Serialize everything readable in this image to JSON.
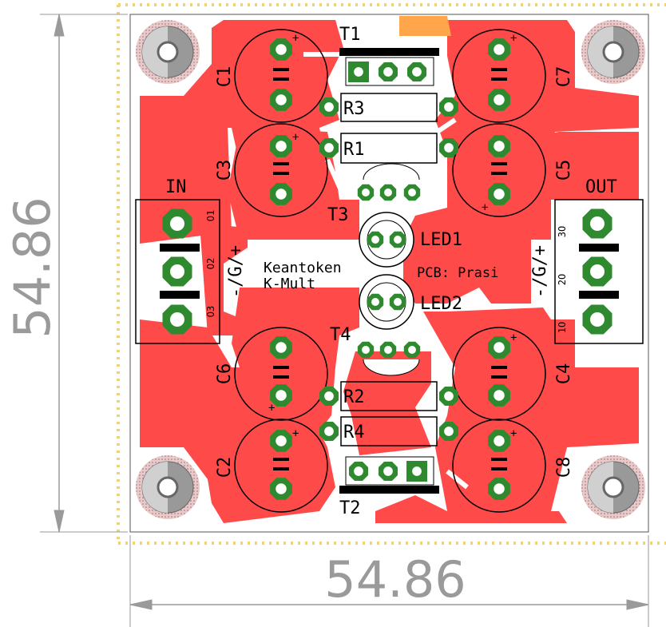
{
  "board": {
    "width_dim": "54.86",
    "height_dim": "54.86",
    "text_brand": "Keantoken",
    "text_product": "K-Mult",
    "text_pcb": "PCB: Prasi"
  },
  "connectors": {
    "in": {
      "label": "IN",
      "pins": [
        "O1",
        "O2",
        "O3"
      ],
      "polarity": "-/G/+"
    },
    "out": {
      "label": "OUT",
      "pins": [
        "3O",
        "2O",
        "1O"
      ],
      "polarity": "-/G/+"
    }
  },
  "capacitors": [
    "C1",
    "C7",
    "C3",
    "C5",
    "C6",
    "C4",
    "C2",
    "C8"
  ],
  "resistors": [
    "R3",
    "R1",
    "R2",
    "R4"
  ],
  "transistors": [
    "T1",
    "T3",
    "T4",
    "T2"
  ],
  "leds": [
    "LED1",
    "LED2"
  ],
  "symbols": {
    "plus": "+"
  },
  "colors": {
    "copper": "#ff4a4a",
    "pad": "#2f8a2f",
    "pad_hole": "#ffffff",
    "silk": "#000000",
    "outline": "#f0d27a",
    "dimension": "#9a9a9a",
    "mount_hole": "#c0c0c0"
  }
}
